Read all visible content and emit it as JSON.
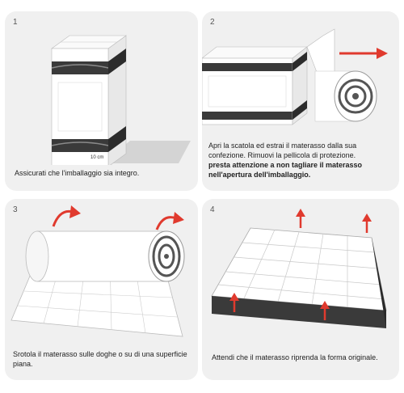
{
  "panels": [
    {
      "number": "1",
      "caption": "Assicurati che l'imballaggio sia integro.",
      "box_label": "10 cm"
    },
    {
      "number": "2",
      "caption_normal": "Apri la scatola ed estrai il materasso dalla sua confezione. Rimuovi la pellicola di protezione.",
      "caption_bold": "presta attenzione a non tagliare il materasso nell'apertura dell'imballaggio."
    },
    {
      "number": "3",
      "caption": "Srotola il materasso sulle doghe o su di una superficie piana."
    },
    {
      "number": "4",
      "caption": "Attendi che il materasso riprenda la forma originale."
    }
  ],
  "colors": {
    "panel_bg": "#f0f0f0",
    "arrow_red": "#e03a2e",
    "box_dark": "#3a3a3a",
    "mattress_white": "#ffffff"
  },
  "icons": [
    "box-icon",
    "rolled-mattress-icon",
    "arrow-icon",
    "quilted-mattress-icon"
  ]
}
